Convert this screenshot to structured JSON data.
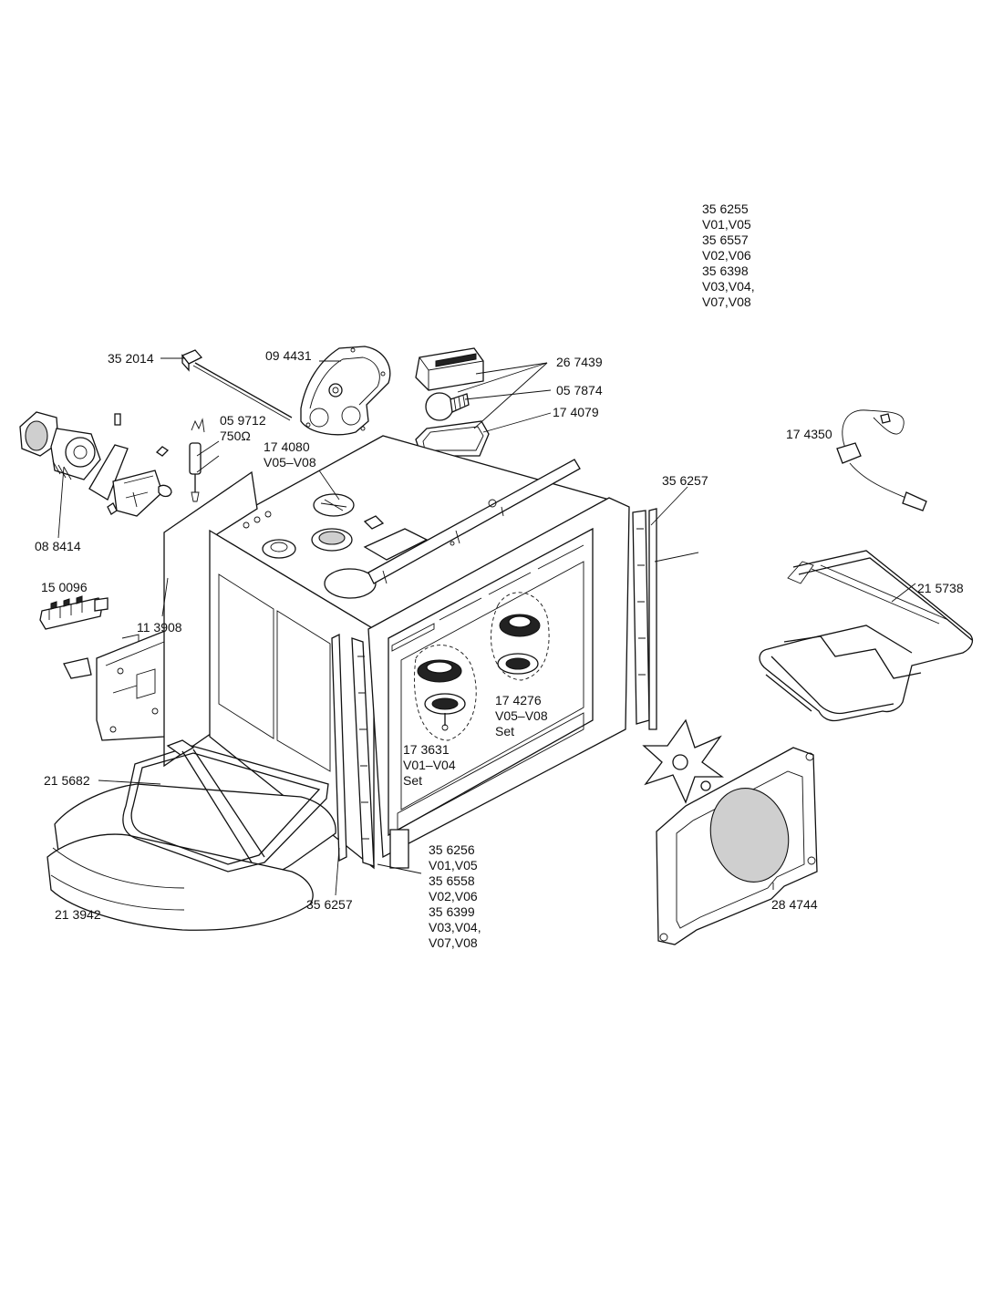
{
  "parts": [
    {
      "id": "p352014",
      "lines": [
        "35 2014"
      ]
    },
    {
      "id": "p094431",
      "lines": [
        "09 4431"
      ]
    },
    {
      "id": "p267439",
      "lines": [
        "26 7439"
      ]
    },
    {
      "id": "p057874",
      "lines": [
        "05 7874"
      ]
    },
    {
      "id": "p174079",
      "lines": [
        "17 4079"
      ]
    },
    {
      "id": "p059712",
      "lines": [
        "05 9712",
        "750Ω"
      ]
    },
    {
      "id": "p174080",
      "lines": [
        "17 4080",
        "V05–V08"
      ]
    },
    {
      "id": "p088414",
      "lines": [
        "08 8414"
      ]
    },
    {
      "id": "p150096",
      "lines": [
        "15 0096"
      ]
    },
    {
      "id": "p113908",
      "lines": [
        "11 3908"
      ]
    },
    {
      "id": "p174350",
      "lines": [
        "17 4350"
      ]
    },
    {
      "id": "p356257a",
      "lines": [
        "35 6257"
      ]
    },
    {
      "id": "p356255",
      "lines": [
        "35 6255",
        "V01,V05",
        "35 6557",
        "V02,V06",
        "35 6398",
        "V03,V04,",
        "V07,V08"
      ]
    },
    {
      "id": "p215738",
      "lines": [
        "21 5738"
      ]
    },
    {
      "id": "p174276",
      "lines": [
        "17 4276",
        "V05–V08",
        "Set"
      ]
    },
    {
      "id": "p173631",
      "lines": [
        "17 3631",
        "V01–V04",
        "Set"
      ]
    },
    {
      "id": "p215682",
      "lines": [
        "21 5682"
      ]
    },
    {
      "id": "p213942",
      "lines": [
        "21 3942"
      ]
    },
    {
      "id": "p356257b",
      "lines": [
        "35 6257"
      ]
    },
    {
      "id": "p356256",
      "lines": [
        "35 6256",
        "V01,V05",
        "35 6558",
        "V02,V06",
        "35 6399",
        "V03,V04,",
        "V07,V08"
      ]
    },
    {
      "id": "p284744",
      "lines": [
        "28 4744"
      ]
    }
  ]
}
